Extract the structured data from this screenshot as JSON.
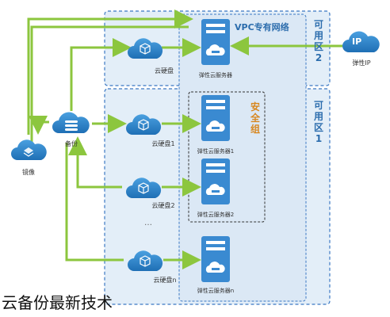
{
  "zones": {
    "top_label": "可用区2",
    "bottom_label": "可用区1",
    "vpc_label": "VPC专有网络",
    "security_group_label": "安全组"
  },
  "nodes": {
    "mirror": "镜像",
    "backup": "备份",
    "cloud_disk_top": "云硬盘",
    "cloud_disk_1": "云硬盘1",
    "cloud_disk_2": "云硬盘2",
    "cloud_disk_n": "云硬盘n",
    "eip": "弹性IP",
    "eip_badge": "IP"
  },
  "servers": {
    "top": "弹性云服务器",
    "s1": "弹性云服务器1",
    "s2": "弹性云服务器2",
    "sn": "弹性云服务器n"
  },
  "ellipsis": "…",
  "caption": "云备份最新技术",
  "colors": {
    "arrow_green": "#8cc63e",
    "zone_border": "#3b78c3",
    "zone_fill": "#e3eef8",
    "cloud_blue": "#2e82c6",
    "server_blue": "#3a8ad1"
  }
}
